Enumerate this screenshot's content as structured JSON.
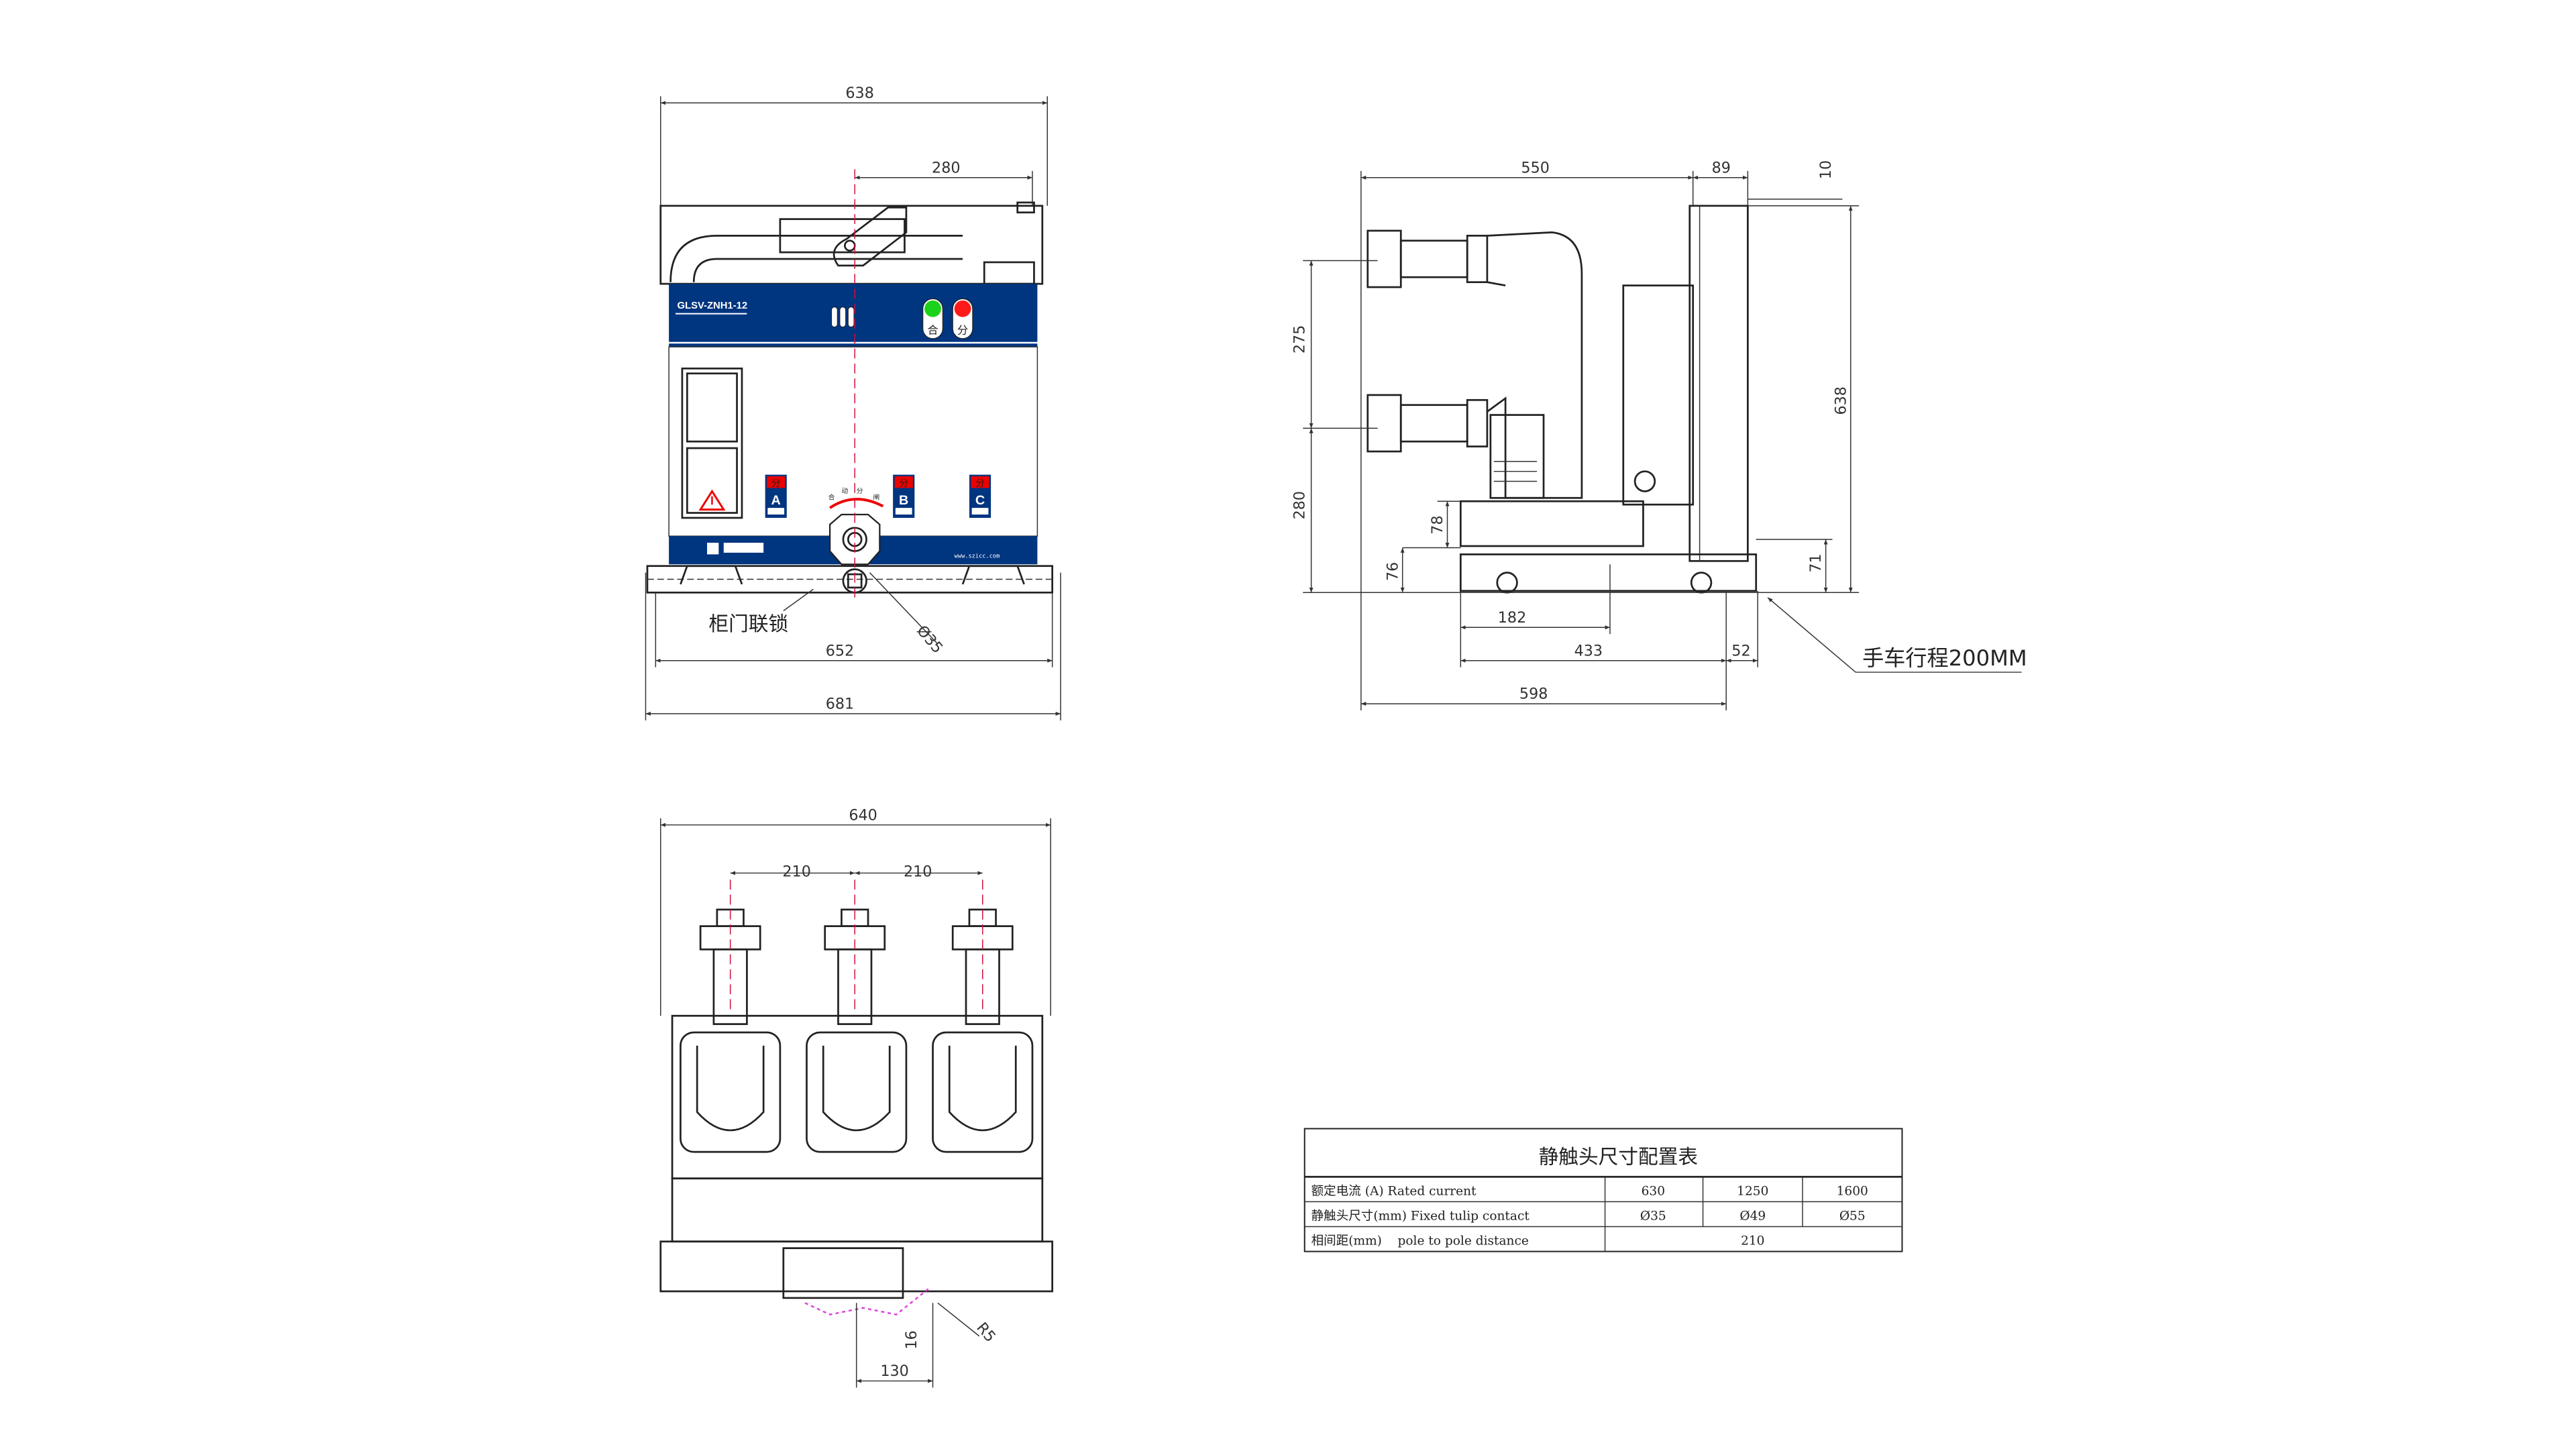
{
  "front_view": {
    "dims": {
      "overall_width": "638",
      "handle_offset": "280",
      "base_width": "652",
      "overall_base": "681",
      "diameter": "Ø35"
    },
    "model_label": "GLSV-ZNH1-12",
    "close_button_label": "合",
    "open_button_label": "分",
    "phase_indicators": [
      {
        "state": "分",
        "phase": "A"
      },
      {
        "state": "分",
        "phase": "B"
      },
      {
        "state": "分",
        "phase": "C"
      }
    ],
    "dial_labels": [
      "合",
      "动",
      "分",
      "闸"
    ],
    "website": "www.szicc.com",
    "interlock_label": "柜门联锁"
  },
  "side_view": {
    "dims": {
      "arm_length": "550",
      "back_depth": "89",
      "top_gap": "10",
      "height": "638",
      "upper_pitch": "275",
      "lower_height": "280",
      "frame_h": "78",
      "base_h": "76",
      "rear_h": "71",
      "front_offset": "182",
      "trolley_len": "433",
      "rear_offset": "52",
      "overall_depth": "598"
    },
    "travel_label": "手车行程200MM"
  },
  "top_view": {
    "dims": {
      "overall_width": "640",
      "pole_pitch_left": "210",
      "pole_pitch_right": "210",
      "bottom_width": "130",
      "bottom_height": "16",
      "radius": "R5"
    }
  },
  "contact_table": {
    "title": "静触头尺寸配置表",
    "rows": [
      {
        "label": "额定电流 (A) Rated current",
        "values": [
          "630",
          "1250",
          "1600"
        ]
      },
      {
        "label": "静触头尺寸(mm) Fixed tulip contact",
        "values": [
          "Ø35",
          "Ø49",
          "Ø55"
        ]
      },
      {
        "label": "相间距(mm)    pole to pole distance",
        "merged_value": "210"
      }
    ]
  },
  "colors": {
    "panel_blue": "#003580",
    "close_green": "#19d219",
    "open_red": "#ff1a1a",
    "centerline": "#d0103a"
  }
}
